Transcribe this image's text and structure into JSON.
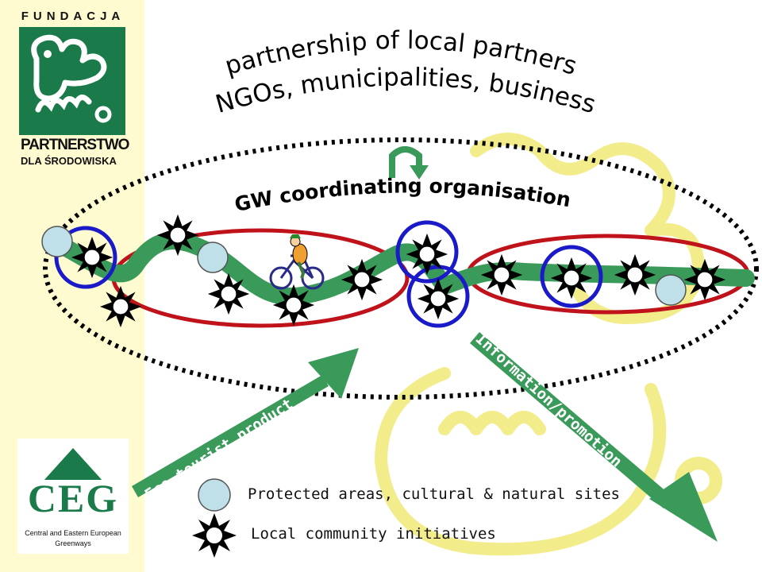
{
  "foundation": {
    "brand": "FUNDACJA",
    "name_line1": "PARTNERSTWO",
    "name_line2": "DLA ŚRODOWISKA",
    "green": "#1a7a4a"
  },
  "greenways_logo": {
    "letters": "CEG",
    "caption_line1": "Central and Eastern European",
    "caption_line2": "Greenways"
  },
  "diagram": {
    "arc_title_line1": "partnership of local partners",
    "arc_title_line2": "NGOs, municipalities, business",
    "coordinator_label": "GW coordinating organisation",
    "left_arrow_label": "Eco-tourist product",
    "right_arrow_label": "Information/promotion"
  },
  "legend": {
    "protected_areas": "Protected areas, cultural & natural sites",
    "local_initiatives": "Local community initiatives"
  },
  "colors": {
    "trail": "#3a9a5a",
    "cluster_ring": "#c0121a",
    "focus_ring": "#1a1ac8",
    "site_fill": "#bfe0e8",
    "watermark": "#f2ec8a"
  }
}
